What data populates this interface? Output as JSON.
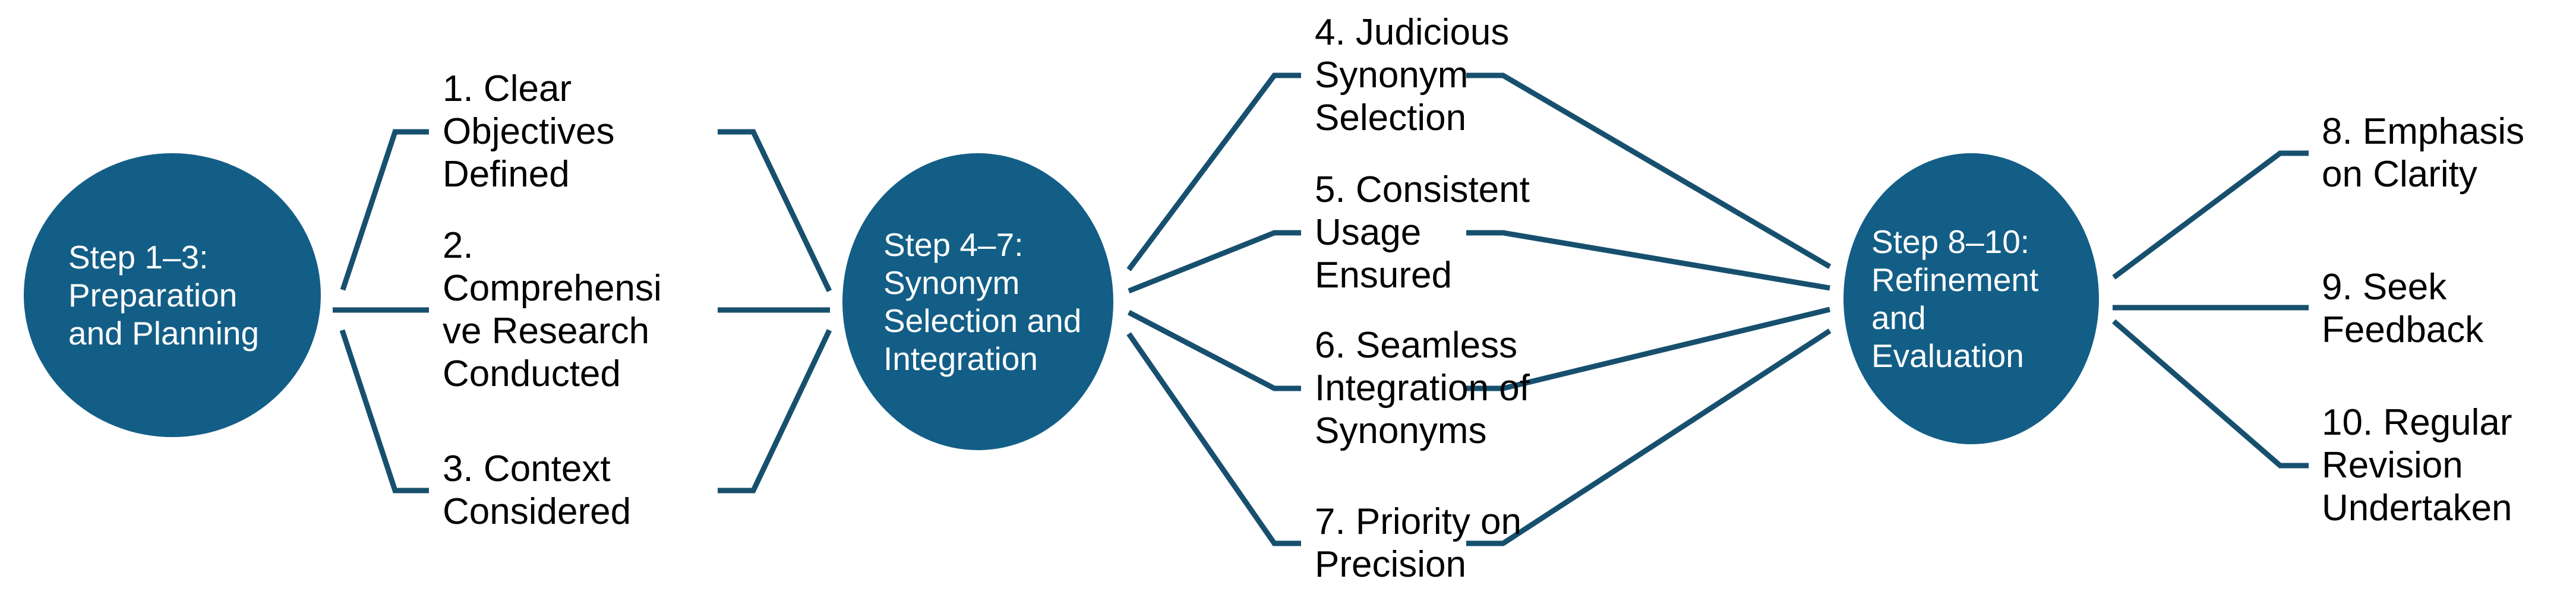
{
  "colors": {
    "circle_fill": "#135E86",
    "connector_line": "#17506E",
    "circle_text": "#FFFFFF",
    "label_text": "#000000",
    "background": "#FFFFFF"
  },
  "stages": [
    {
      "circle_lines": [
        "Step 1–3:",
        "Preparation",
        "and Planning"
      ],
      "items": [
        {
          "lines": [
            "1. Clear",
            "Objectives",
            "Defined"
          ]
        },
        {
          "lines": [
            "2.",
            "Comprehensi",
            "ve Research",
            "Conducted"
          ]
        },
        {
          "lines": [
            "3. Context",
            "Considered"
          ]
        }
      ]
    },
    {
      "circle_lines": [
        "Step 4–7:",
        "Synonym",
        "Selection and",
        "Integration"
      ],
      "items": [
        {
          "lines": [
            "4. Judicious",
            "Synonym",
            "Selection"
          ]
        },
        {
          "lines": [
            "5. Consistent",
            "Usage",
            "Ensured"
          ]
        },
        {
          "lines": [
            "6. Seamless",
            "Integration of",
            "Synonyms"
          ]
        },
        {
          "lines": [
            "7. Priority on",
            "Precision"
          ]
        }
      ]
    },
    {
      "circle_lines": [
        "Step 8–10:",
        "Refinement",
        "and",
        "Evaluation"
      ],
      "items": [
        {
          "lines": [
            "8. Emphasis",
            "on Clarity"
          ]
        },
        {
          "lines": [
            "9. Seek",
            "Feedback"
          ]
        },
        {
          "lines": [
            "10. Regular",
            "Revision",
            "Undertaken"
          ]
        }
      ]
    }
  ]
}
